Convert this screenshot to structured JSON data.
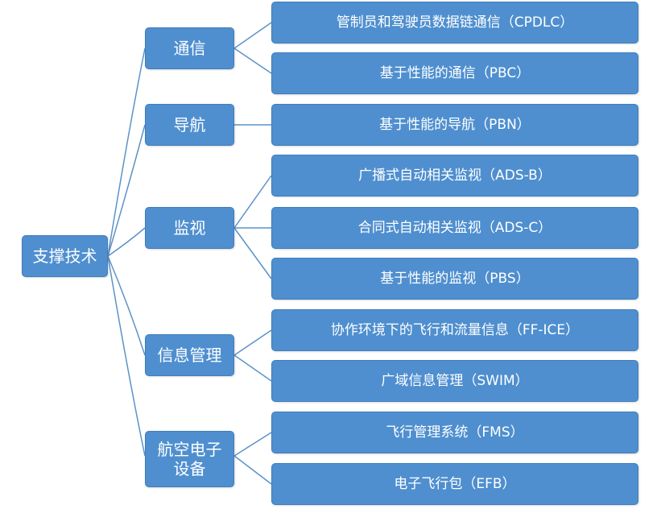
{
  "root": {
    "label": "支撑技术"
  },
  "categories": [
    {
      "label": "通信",
      "items": [
        "管制员和驾驶员数据链通信（CPDLC）",
        "基于性能的通信（PBC）"
      ]
    },
    {
      "label": "导航",
      "items": [
        "基于性能的导航（PBN）"
      ]
    },
    {
      "label": "监视",
      "items": [
        "广播式自动相关监视（ADS-B）",
        "合同式自动相关监视（ADS-C）",
        "基于性能的监视（PBS）"
      ]
    },
    {
      "label": "信息管理",
      "items": [
        "协作环境下的飞行和流量信息（FF-ICE）",
        "广域信息管理（SWIM）"
      ]
    },
    {
      "label": "航空电子\n设备",
      "items": [
        "飞行管理系统（FMS）",
        "电子飞行包（EFB）"
      ]
    }
  ],
  "colors": {
    "box": "#4f8fcf",
    "line": "#5b93c9"
  }
}
